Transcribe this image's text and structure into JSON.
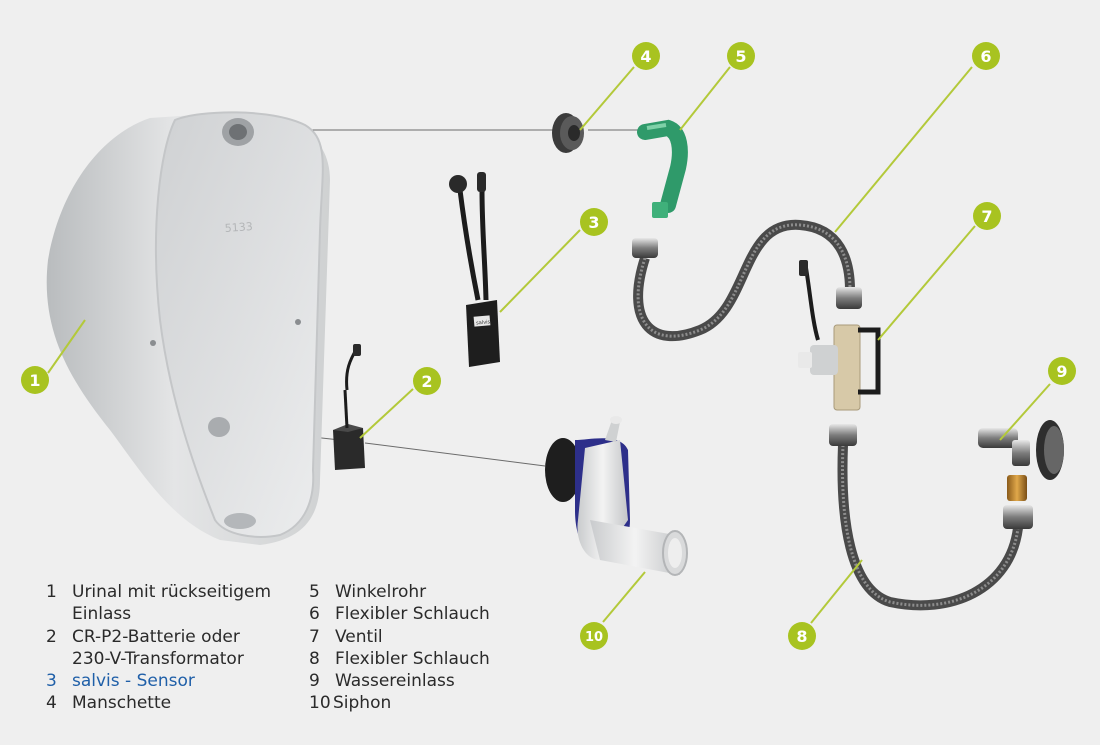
{
  "colors": {
    "background": "#efefef",
    "badge": "#a8c320",
    "leader": "#b3c93a",
    "highlight_text": "#1f5fa8",
    "hose_green": "#2f9a6a"
  },
  "callouts": [
    {
      "id": "1",
      "label": "1"
    },
    {
      "id": "2",
      "label": "2"
    },
    {
      "id": "3",
      "label": "3"
    },
    {
      "id": "4",
      "label": "4"
    },
    {
      "id": "5",
      "label": "5"
    },
    {
      "id": "6",
      "label": "6"
    },
    {
      "id": "7",
      "label": "7"
    },
    {
      "id": "8",
      "label": "8"
    },
    {
      "id": "9",
      "label": "9"
    },
    {
      "id": "10",
      "label": "10"
    }
  ],
  "legend": {
    "left": [
      {
        "num": "1",
        "lines": [
          "Urinal mit rückseitigem",
          "Einlass"
        ]
      },
      {
        "num": "2",
        "lines": [
          "CR-P2-Batterie oder",
          "230-V-Transformator"
        ]
      },
      {
        "num": "3",
        "lines": [
          "salvis - Sensor"
        ],
        "highlight": true
      },
      {
        "num": "4",
        "lines": [
          "Manschette"
        ]
      }
    ],
    "right": [
      {
        "num": "5",
        "lines": [
          "Winkelrohr"
        ]
      },
      {
        "num": "6",
        "lines": [
          "Flexibler Schlauch"
        ]
      },
      {
        "num": "7",
        "lines": [
          "Ventil"
        ]
      },
      {
        "num": "8",
        "lines": [
          "Flexibler Schlauch"
        ]
      },
      {
        "num": "9",
        "lines": [
          "Wassereinlass"
        ]
      },
      {
        "num": "10",
        "lines": [
          "Siphon"
        ]
      }
    ]
  },
  "parts": {
    "urinal": {
      "embossed_text": "5133"
    },
    "sensor": {
      "label": "salvis"
    }
  }
}
